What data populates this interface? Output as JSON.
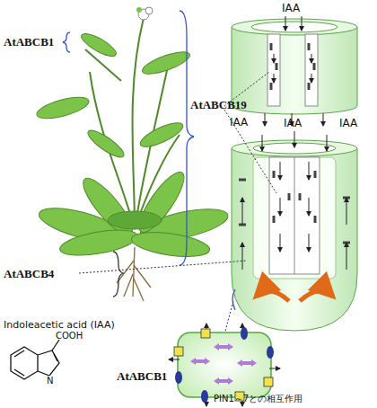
{
  "diagram": {
    "labels": [
      "IAA",
      "AtABCB1",
      "AtABCB19",
      "IAA",
      "IAA",
      "IAA",
      "AtABCB4",
      "Indoleacetic acid (IAA)",
      "COOH",
      "N",
      "AtABCB1",
      "PIN1～7との相互作用"
    ]
  }
}
